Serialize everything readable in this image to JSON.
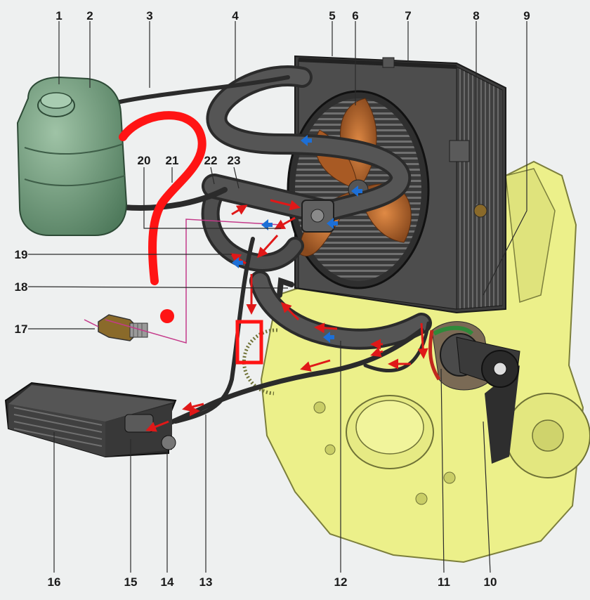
{
  "diagram": {
    "callouts": {
      "c1": "1",
      "c2": "2",
      "c3": "3",
      "c4": "4",
      "c5": "5",
      "c6": "6",
      "c7": "7",
      "c8": "8",
      "c9": "9",
      "c10": "10",
      "c11": "11",
      "c12": "12",
      "c13": "13",
      "c14": "14",
      "c15": "15",
      "c16": "16",
      "c17": "17",
      "c18": "18",
      "c19": "19",
      "c20": "20",
      "c21": "21",
      "c22": "22",
      "c23": "23"
    },
    "annotation": {
      "symbol": "?",
      "color": "#ff1414"
    },
    "colors": {
      "engine_block": "#ecf08a",
      "radiator": "#4a4a4a",
      "fan_blade": "#c9672a",
      "expansion_tank": "#6f9a7c",
      "heater_core": "#555555",
      "hose": "#3c3c3c",
      "flow_hot": "#e01818",
      "flow_cold": "#1d6fd6"
    },
    "icons": [
      "expansion-tank-icon",
      "radiator-icon",
      "fan-icon",
      "heater-core-icon",
      "thermostat-icon",
      "water-pump-icon",
      "temperature-sensor-icon"
    ]
  }
}
